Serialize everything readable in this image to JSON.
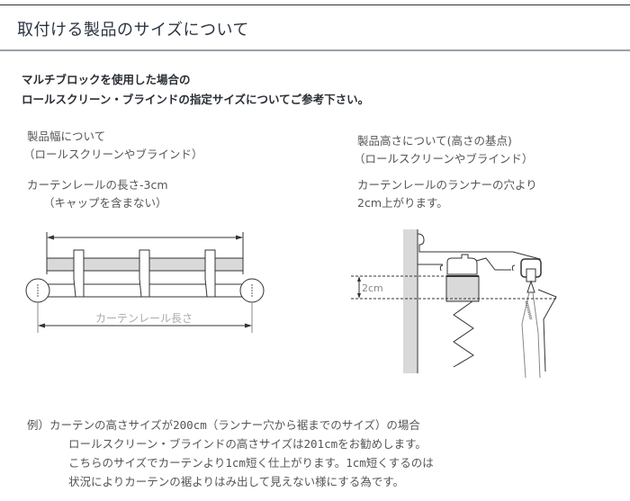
{
  "header": {
    "title": "取付ける製品のサイズについて"
  },
  "intro": {
    "line1": "マルチブロックを使用した場合の",
    "line2": "ロールスクリーン・ブラインドの指定サイズについてご参考下さい。"
  },
  "left": {
    "heading1": "製品幅について",
    "heading2": "（ロールスクリーンやブラインド）",
    "desc1": "カーテンレールの長さ-3cm",
    "desc2": "（キャップを含まない）",
    "diagram_label": "カーテンレール長さ"
  },
  "right": {
    "heading1": "製品高さについて(高さの基点)",
    "heading2": "（ロールスクリーンやブラインド）",
    "desc1": "カーテンレールのランナーの穴より",
    "desc2": "2cm上がります。",
    "diagram_label": "2cm"
  },
  "example": {
    "line1": "例）カーテンの高さサイズが200cm（ランナー穴から裾までのサイズ）の場合",
    "line2": "ロールスクリーン・ブラインドの高さサイズは201cmをお勧めします。",
    "line3": "こちらのサイズでカーテンより1cm短く仕上がります。1cm短くするのは",
    "line4": "状況によりカーテンの裾よりはみ出して見えない様にする為です。"
  },
  "colors": {
    "header_border_top": "#2b3640",
    "header_border_bottom": "#9aa1a6",
    "rail_fill": "#d9d9d9",
    "line": "#333333"
  }
}
